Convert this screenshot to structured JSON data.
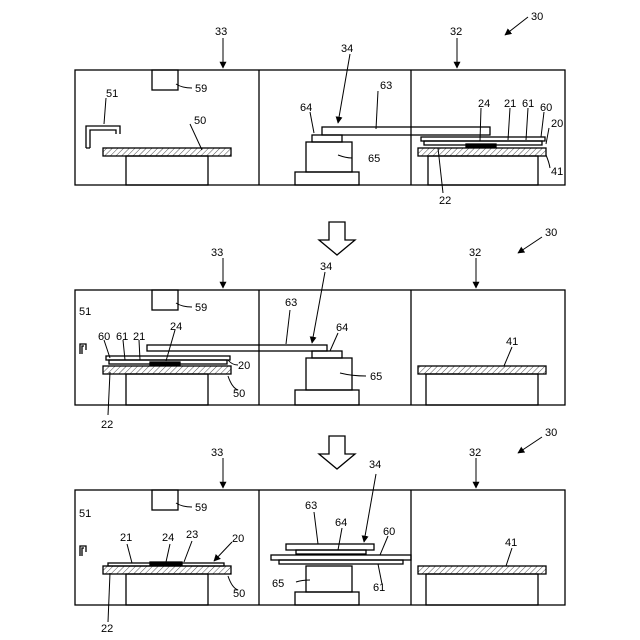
{
  "refs": {
    "r30": "30",
    "r32": "32",
    "r33": "33",
    "r34": "34",
    "r51": "51",
    "r59": "59",
    "r50": "50",
    "r64": "64",
    "r63": "63",
    "r65": "65",
    "r24": "24",
    "r21": "21",
    "r61": "61",
    "r60": "60",
    "r20": "20",
    "r41": "41",
    "r22": "22",
    "r23": "23"
  },
  "colors": {
    "line": "#000000",
    "background": "#ffffff"
  }
}
